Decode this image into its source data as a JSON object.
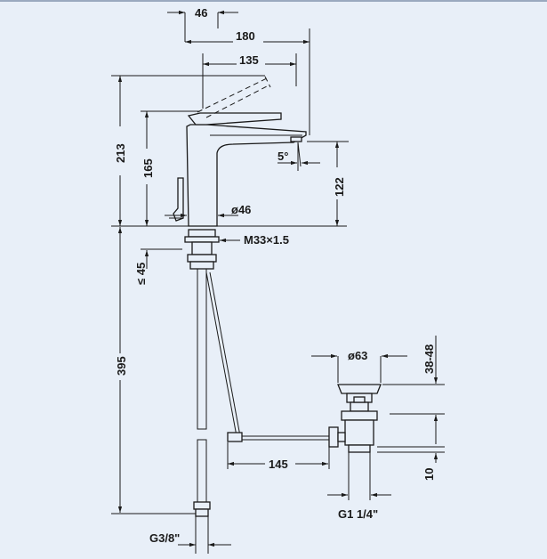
{
  "drawing": {
    "dimensions": {
      "top_offset": "46",
      "overall_reach": "180",
      "spout_reach": "135",
      "total_height": "213",
      "spout_height": "165",
      "outlet_height": "122",
      "spout_angle": "5°",
      "body_diameter": "ø46",
      "thread": "M33×1.5",
      "max_deck": "≤ 45",
      "hose_length": "395",
      "drain_diameter": "ø63",
      "drain_range": "38-48",
      "rod_length": "145",
      "drain_offset": "10",
      "drain_thread": "G1 1/4\"",
      "supply_thread": "G3/8\""
    }
  }
}
